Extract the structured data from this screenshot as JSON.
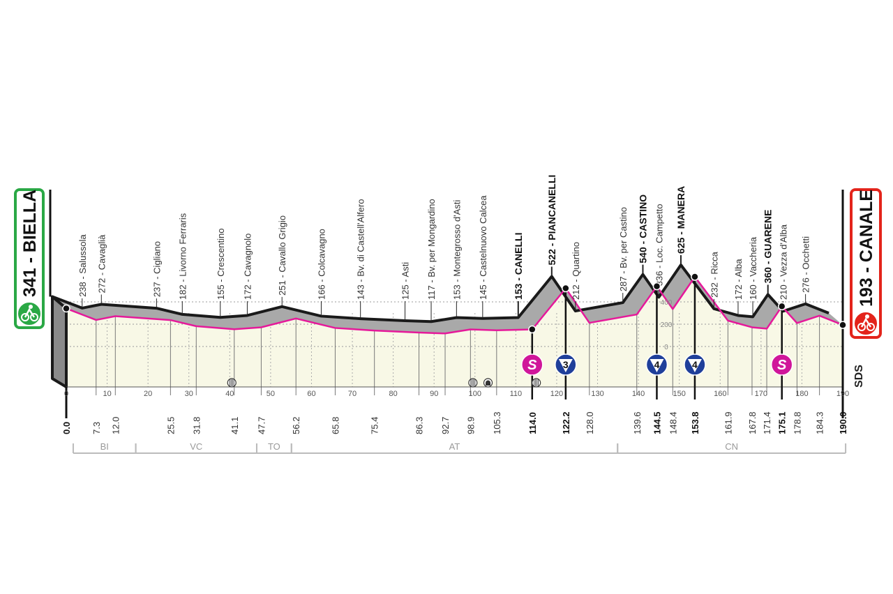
{
  "chart_data": {
    "type": "area",
    "start": {
      "label": "341 - BIELLA",
      "color": "#2aa845"
    },
    "finish": {
      "label": "193 - CANALE",
      "color": "#e3241b"
    },
    "logo": "SDS",
    "xlim": [
      0,
      190
    ],
    "x_ticks": [
      0,
      10,
      20,
      30,
      40,
      50,
      60,
      70,
      80,
      90,
      100,
      110,
      120,
      130,
      140,
      150,
      160,
      170,
      180,
      190
    ],
    "y_ticks": [
      "0",
      "200",
      "400"
    ],
    "colors": {
      "road": "#e5199a",
      "relief": "#a9a9a9",
      "ground": "#f8f8e6",
      "outline": "#1a1a1a"
    },
    "points": [
      {
        "km": "0.0",
        "elev": 341,
        "name": "",
        "bold": true
      },
      {
        "km": "7.3",
        "elev": 238,
        "name": "238 - Salussola"
      },
      {
        "km": "12.0",
        "elev": 272,
        "name": "272 - Cavaglià"
      },
      {
        "km": "25.5",
        "elev": 237,
        "name": "237 - Cigliano"
      },
      {
        "km": "31.8",
        "elev": 182,
        "name": "182 - Livorno Ferraris"
      },
      {
        "km": "41.1",
        "elev": 155,
        "name": "155 - Crescentino"
      },
      {
        "km": "47.7",
        "elev": 172,
        "name": "172 - Cavagnolo"
      },
      {
        "km": "56.2",
        "elev": 251,
        "name": "251 - Cavallo Grigio"
      },
      {
        "km": "65.8",
        "elev": 166,
        "name": "166 - Colcavagno"
      },
      {
        "km": "75.4",
        "elev": 143,
        "name": "143 - Bv. di Castell'Alfero"
      },
      {
        "km": "86.3",
        "elev": 125,
        "name": "125 - Asti"
      },
      {
        "km": "92.7",
        "elev": 117,
        "name": "117 - Bv. per Mongardino"
      },
      {
        "km": "98.9",
        "elev": 153,
        "name": "153 - Montegrosso d'Asti"
      },
      {
        "km": "105.3",
        "elev": 145,
        "name": "145 - Castelnuovo Calcea"
      },
      {
        "km": "114.0",
        "elev": 153,
        "name": "153 - CANELLI",
        "bold": true
      },
      {
        "km": "122.2",
        "elev": 522,
        "name": "522 - PIANCANELLI",
        "bold": true
      },
      {
        "km": "128.0",
        "elev": 212,
        "name": "212 - Quartino"
      },
      {
        "km": "139.6",
        "elev": 287,
        "name": "287 - Bv. per Castino"
      },
      {
        "km": "144.5",
        "elev": 540,
        "name": "540 - CASTINO",
        "bold": true
      },
      {
        "km": "148.4",
        "elev": 336,
        "name": "336 - Loc. Campetto"
      },
      {
        "km": "153.8",
        "elev": 625,
        "name": "625 - MANERA",
        "bold": true
      },
      {
        "km": "161.9",
        "elev": 232,
        "name": "232 - Ricca"
      },
      {
        "km": "167.8",
        "elev": 172,
        "name": "172 - Alba"
      },
      {
        "km": "171.4",
        "elev": 160,
        "name": "160 - Vaccheria"
      },
      {
        "km": "175.1",
        "elev": 360,
        "name": "360 - GUARENE",
        "bold": true
      },
      {
        "km": "178.8",
        "elev": 210,
        "name": "210 - Vezza d'Alba"
      },
      {
        "km": "184.3",
        "elev": 276,
        "name": "276 - Occhetti"
      },
      {
        "km": "190.0",
        "elev": 193,
        "name": "",
        "bold": true
      }
    ],
    "markers": [
      {
        "km": 114.0,
        "type": "sprint",
        "label": "S",
        "color": "#d0169a"
      },
      {
        "km": 122.2,
        "type": "climb",
        "label": "3",
        "color": "#1f3f9a"
      },
      {
        "km": 144.5,
        "type": "climb",
        "label": "4",
        "color": "#1f3f9a"
      },
      {
        "km": 153.8,
        "type": "climb",
        "label": "4",
        "color": "#1f3f9a"
      },
      {
        "km": 175.1,
        "type": "sprint",
        "label": "S",
        "color": "#d0169a"
      }
    ],
    "features": [
      {
        "km": 40.5,
        "type": "rail-crossing-icon"
      },
      {
        "km": 99.5,
        "type": "rail-crossing-icon"
      },
      {
        "km": 103.2,
        "type": "tunnel-icon"
      },
      {
        "km": 115.0,
        "type": "rail-crossing-icon"
      }
    ],
    "provinces": [
      {
        "label": "BI",
        "from": 1.7,
        "to": 17.0
      },
      {
        "label": "VC",
        "from": 17.0,
        "to": 46.6
      },
      {
        "label": "TO",
        "from": 46.6,
        "to": 55.1
      },
      {
        "label": "AT",
        "from": 55.1,
        "to": 134.9
      },
      {
        "label": "CN",
        "from": 134.9,
        "to": 190.7
      }
    ]
  }
}
